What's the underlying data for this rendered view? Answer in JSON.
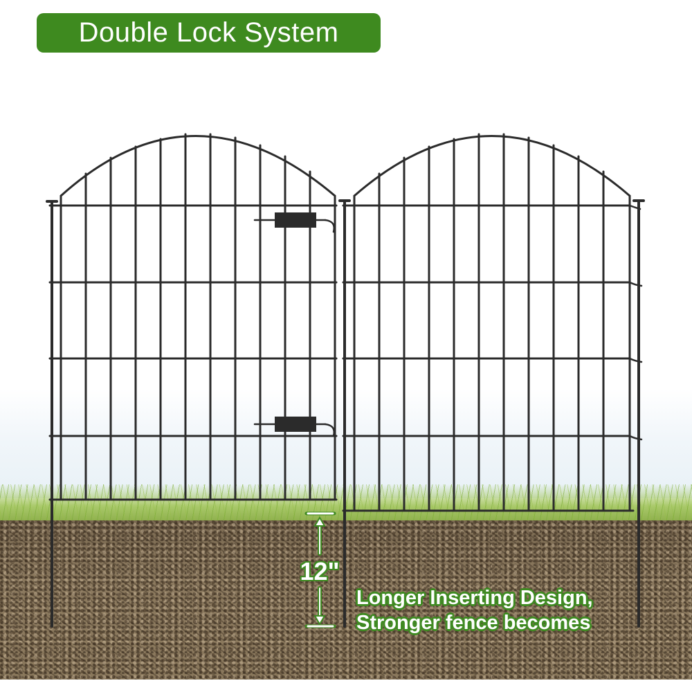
{
  "header": {
    "title": "Double Lock System",
    "badge_color": "#3e8a1f"
  },
  "measurement": {
    "depth_label": "12\"",
    "accent_color": "#3f8a22"
  },
  "caption": {
    "line1": "Longer Inserting Design,",
    "line2": "Stronger fence becomes"
  },
  "scene": {
    "panels": [
      {
        "name": "left-gate-panel",
        "locks": 2
      },
      {
        "name": "right-fence-panel",
        "locks": 0
      }
    ],
    "fence_color": "#2b2b2b"
  }
}
